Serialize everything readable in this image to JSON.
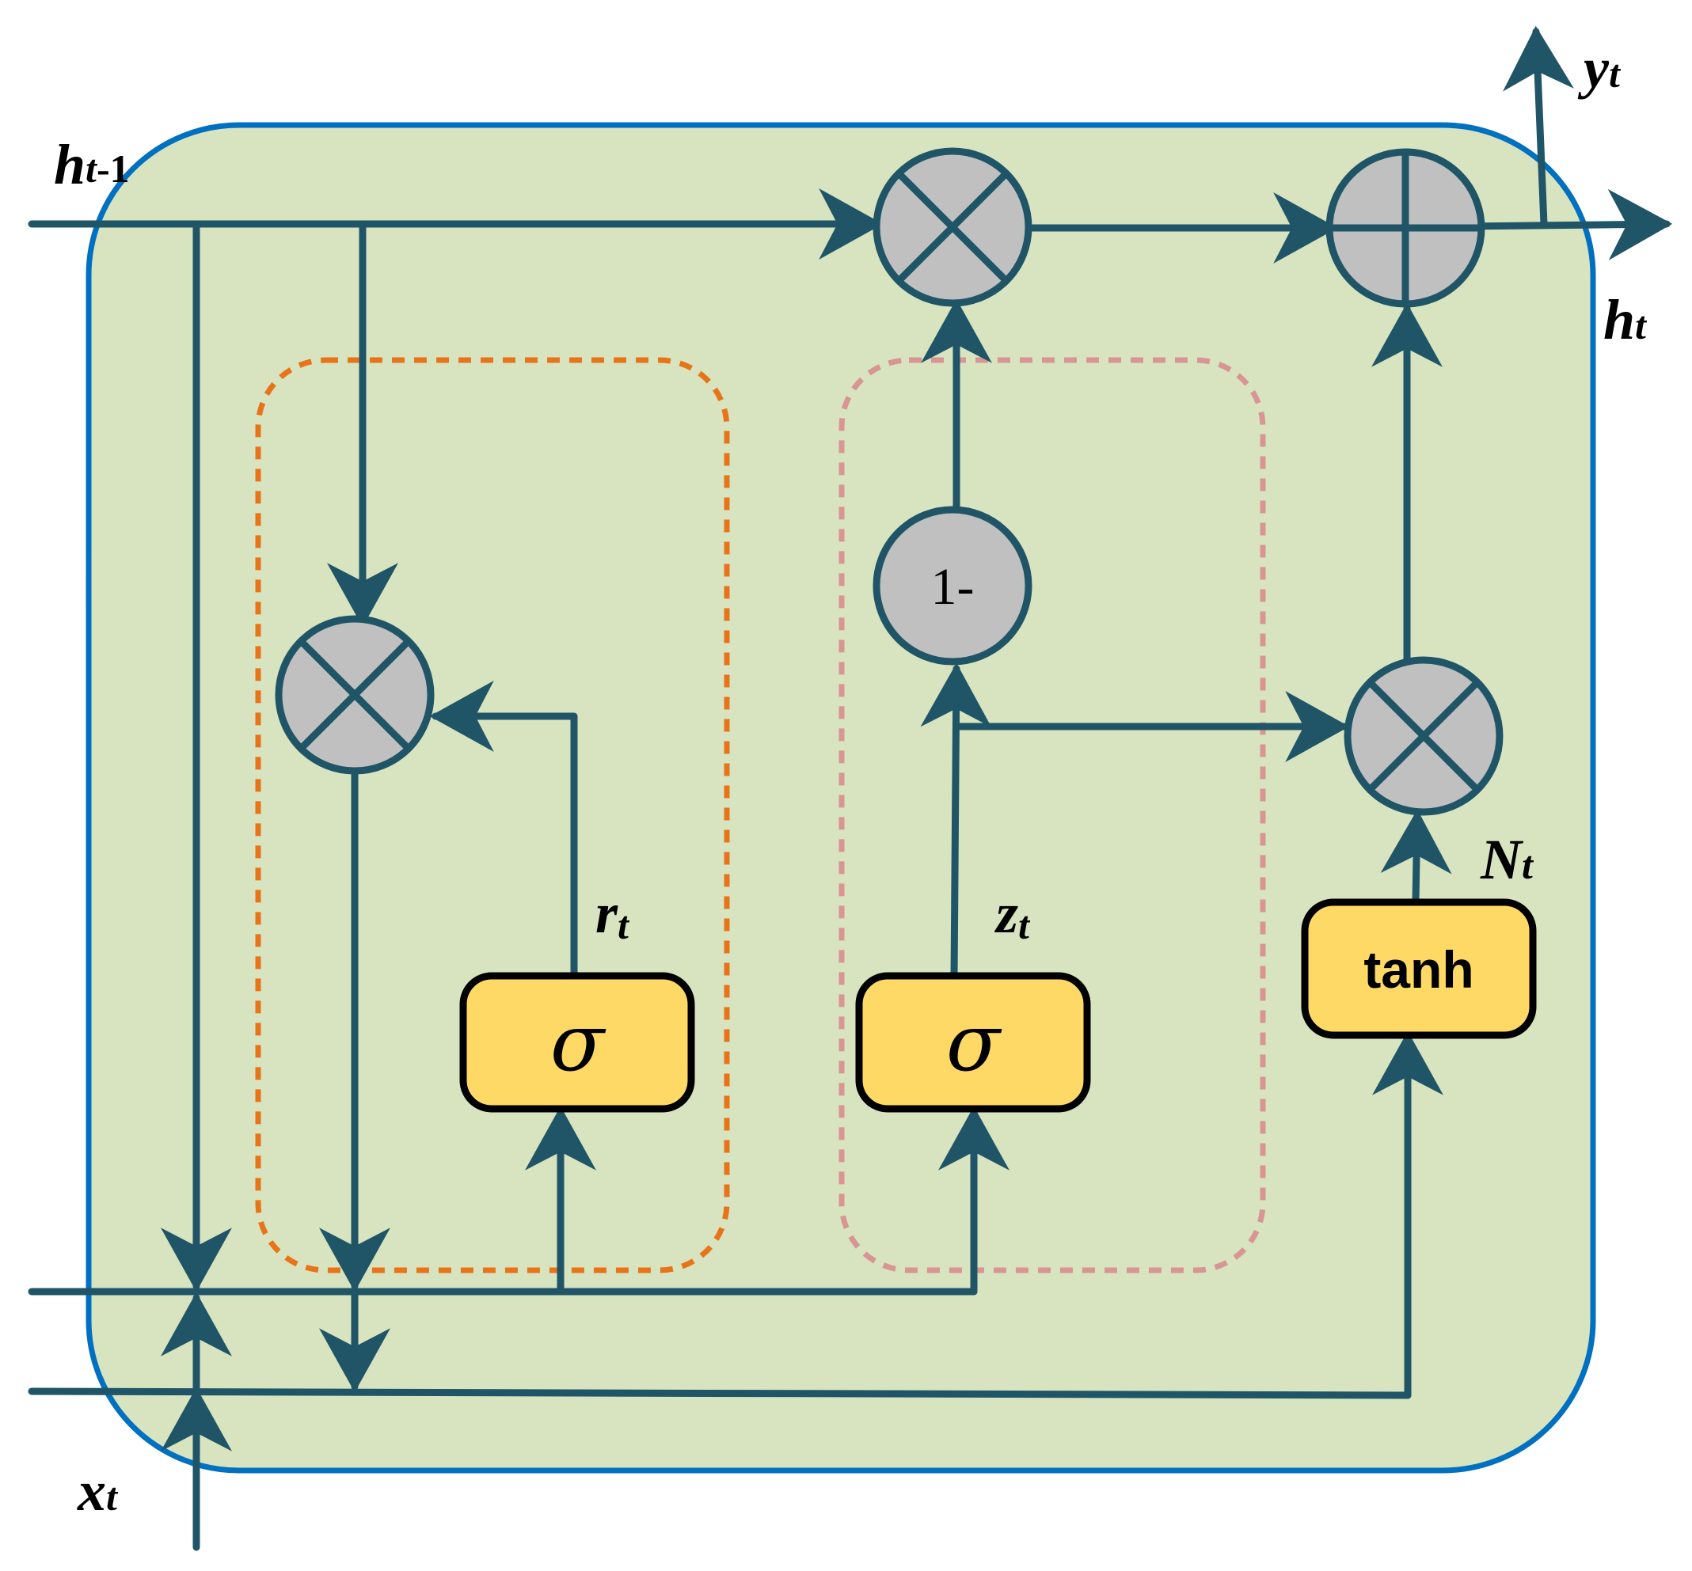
{
  "labels": {
    "h_prev": {
      "main": "h",
      "sub": "t",
      "suffix": "-1"
    },
    "h_out": {
      "main": "h",
      "sub": "t"
    },
    "y_out": {
      "main": "y",
      "sub": "t"
    },
    "x_in": {
      "main": "x",
      "sub": "t"
    },
    "reset": {
      "main": "r",
      "sub": "t"
    },
    "update": {
      "main": "z",
      "sub": "t"
    },
    "candidate": {
      "main": "N",
      "sub": "t"
    }
  },
  "gates": {
    "reset_sigma": "σ",
    "update_sigma": "σ",
    "candidate_tanh": "tanh"
  },
  "ops": {
    "one_minus": "1-"
  },
  "colors": {
    "cell_fill": "#D8E4C0",
    "cell_border": "#0070C0",
    "wire": "#1F5566",
    "node_fill": "#C0C0C0",
    "gate_fill": "#FFD966",
    "reset_region": "#E8741A",
    "update_region": "#D99594"
  },
  "icons": [
    "multiply-node-icon",
    "add-node-icon",
    "one-minus-node-icon"
  ]
}
